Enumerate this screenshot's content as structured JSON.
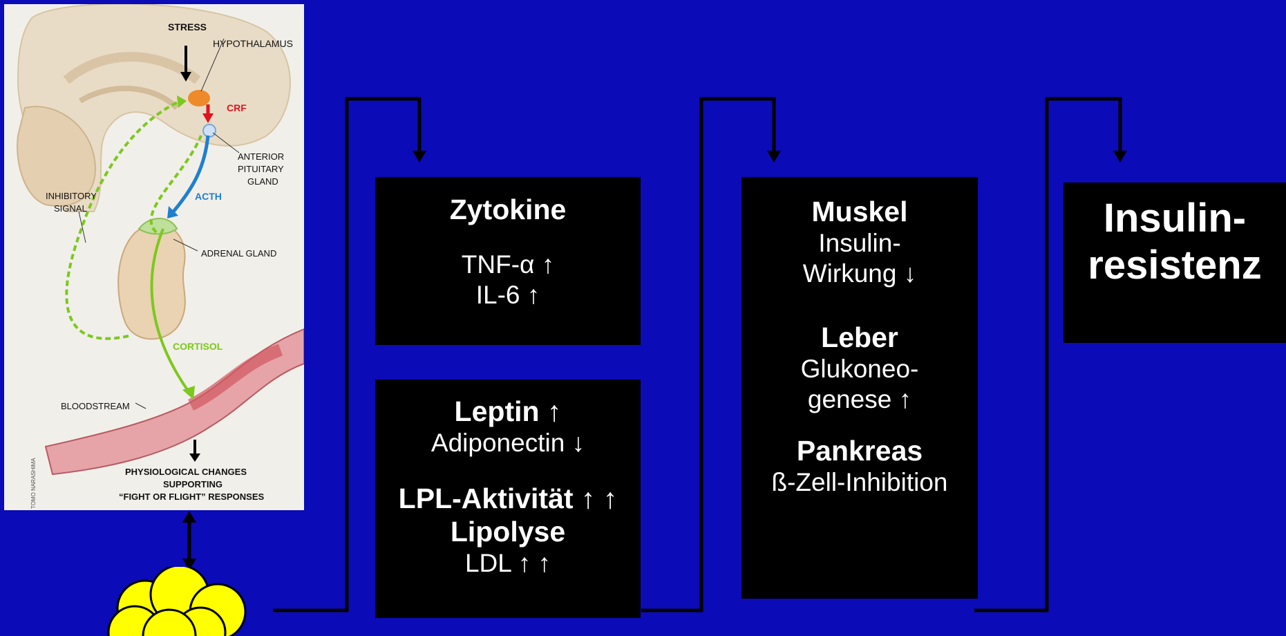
{
  "illustration": {
    "labels": {
      "stress": "STRESS",
      "hypothalamus": "HYPOTHALAMUS",
      "crf": "CRF",
      "anterior_pituitary_1": "ANTERIOR",
      "anterior_pituitary_2": "PITUITARY",
      "anterior_pituitary_3": "GLAND",
      "inhibitory_1": "INHIBITORY",
      "inhibitory_2": "SIGNAL",
      "acth": "ACTH",
      "adrenal_gland": "ADRENAL GLAND",
      "cortisol": "CORTISOL",
      "bloodstream": "BLOODSTREAM",
      "physio_1": "PHYSIOLOGICAL CHANGES",
      "physio_2": "SUPPORTING",
      "physio_3": "“FIGHT OR FLIGHT” RESPONSES",
      "credit": "TOMO NARASHIMA"
    },
    "colors": {
      "crf": "#e0141e",
      "acth": "#1e7fd0",
      "cortisol": "#7cc81e",
      "inhibitory": "#7cc81e"
    }
  },
  "boxes": {
    "zytokine": {
      "title": "Zytokine",
      "line1": "TNF-α ↑",
      "line2": "IL-6 ↑"
    },
    "adipo": {
      "leptin": "Leptin",
      "leptin_arrow": " ↑",
      "adiponectin": "Adiponectin ↓",
      "lpl": "LPL-Aktivität",
      "lpl_arrow": " ↑ ↑",
      "lipolyse": "Lipolyse",
      "ldl": "LDL ↑ ↑"
    },
    "organs": {
      "muskel_title": "Muskel",
      "muskel_1": "Insulin-",
      "muskel_2": "Wirkung ↓",
      "leber_title": "Leber",
      "leber_1": "Glukoneo-",
      "leber_2": "genese ↑",
      "pankreas_title": "Pankreas",
      "pankreas_1": "ß-Zell-Inhibition"
    },
    "result": {
      "line1": "Insulin-",
      "line2": "resistenz"
    }
  },
  "colors": {
    "background": "#0b0bb8",
    "box": "#000000",
    "box_text": "#ffffff",
    "fat_cells": "#ffff00",
    "connector": "#000000"
  }
}
